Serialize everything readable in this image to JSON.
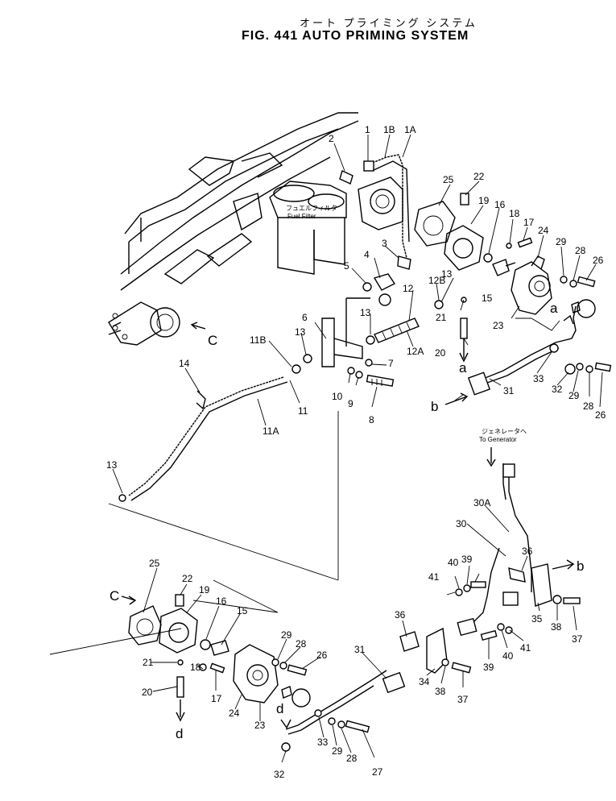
{
  "title": {
    "japanese": "オート プライミング システム",
    "main": "FIG. 441  AUTO PRIMING SYSTEM"
  },
  "annotations": {
    "fuel_filter_jp": "フュエルフィルタ",
    "fuel_filter": "Fuel Filter",
    "to_generator_jp": "ジェネレータへ",
    "to_generator": "To Generator"
  },
  "view_markers": {
    "c": "C",
    "a": "a",
    "b": "b",
    "d": "d"
  },
  "part_labels": {
    "p1": "1",
    "p1b": "1B",
    "p1a": "1A",
    "p2": "2",
    "p3": "3",
    "p4": "4",
    "p5": "5",
    "p6": "6",
    "p7": "7",
    "p8": "8",
    "p9": "9",
    "p10": "10",
    "p11": "11",
    "p11a": "11A",
    "p11b": "11B",
    "p12": "12",
    "p12a": "12A",
    "p12b": "12B",
    "p13": "13",
    "p14": "14",
    "p15": "15",
    "p16": "16",
    "p17": "17",
    "p18": "18",
    "p19": "19",
    "p20": "20",
    "p21": "21",
    "p22": "22",
    "p23": "23",
    "p24": "24",
    "p25": "25",
    "p26": "26",
    "p27": "27",
    "p28": "28",
    "p29": "29",
    "p30": "30",
    "p30a": "30A",
    "p31": "31",
    "p32": "32",
    "p33": "33",
    "p34": "34",
    "p35": "35",
    "p36": "36",
    "p37": "37",
    "p38": "38",
    "p39": "39",
    "p40": "40",
    "p41": "41"
  }
}
